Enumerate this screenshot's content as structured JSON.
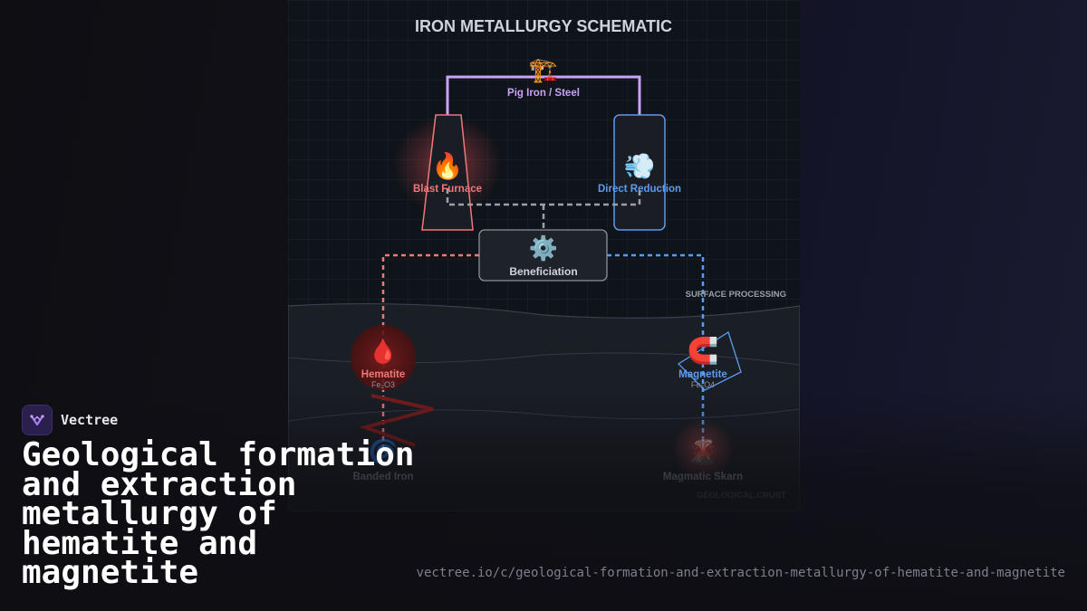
{
  "diagram": {
    "title": "IRON METALLURGY SCHEMATIC",
    "nodes": {
      "pig_iron": {
        "icon": "crane-icon",
        "glyph": "🏗️",
        "label": "Pig Iron / Steel"
      },
      "blast_furnace": {
        "icon": "fire-icon",
        "glyph": "🔥",
        "label": "Blast Furnace"
      },
      "direct_reduction": {
        "icon": "wind-icon",
        "glyph": "💨",
        "label": "Direct Reduction"
      },
      "beneficiation": {
        "icon": "gear-icon",
        "glyph": "⚙️",
        "label": "Beneficiation"
      },
      "hematite": {
        "icon": "blood-drop-icon",
        "glyph": "🩸",
        "label": "Hematite",
        "formula": "Fe₂O3"
      },
      "magnetite": {
        "icon": "magnet-icon",
        "glyph": "🧲",
        "label": "Magnetite",
        "formula": "Fe₃O4"
      },
      "banded_iron": {
        "icon": "spiral-icon",
        "glyph": "🌀",
        "label": "Banded Iron"
      },
      "magmatic_skarn": {
        "icon": "volcano-icon",
        "glyph": "🌋",
        "label": "Magmatic Skarn"
      }
    },
    "zones": {
      "surface": "SURFACE PROCESSING",
      "crust": "GEOLOGICAL CRUST"
    },
    "colors": {
      "hematite": "#f07878",
      "magnetite": "#5b9cf0",
      "product": "#c9a3f5",
      "neutral": "#9aa0aa"
    }
  },
  "brand": {
    "name": "Vectree",
    "logo_icon": "vectree-logo-icon"
  },
  "headline": "Geological formation and extraction metallurgy of hematite and magnetite",
  "url": "vectree.io/c/geological-formation-and-extraction-metallurgy-of-hematite-and-magnetite"
}
